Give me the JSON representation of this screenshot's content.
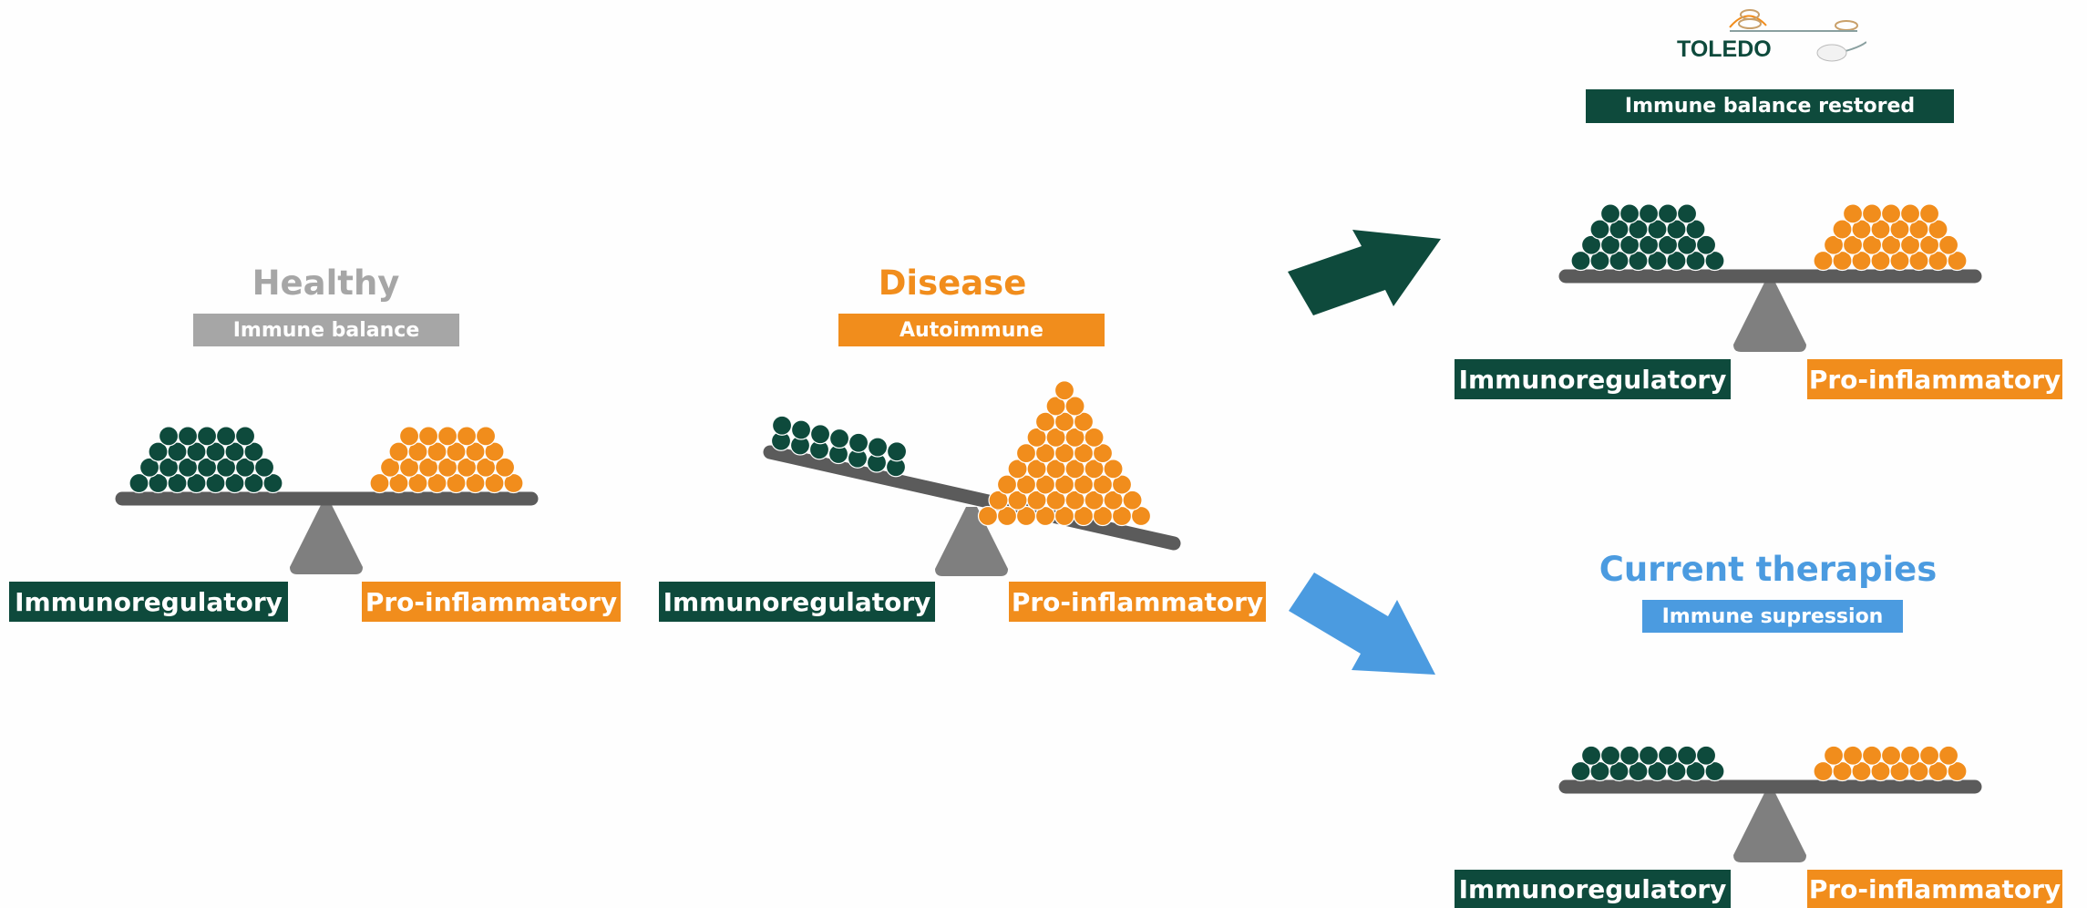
{
  "logo": {
    "text": "TOLEDO"
  },
  "colors": {
    "immunoregulatory": "#0e4a3c",
    "pro_inflammatory": "#f18d1c",
    "healthy": "#a6a6a6",
    "therapy": "#4b9be0",
    "scale": "#5b5b5b"
  },
  "healthy": {
    "title": "Healthy",
    "subtitle": "Immune balance",
    "left_label": "Immunoregulatory",
    "right_label": "Pro-inflammatory"
  },
  "disease": {
    "title": "Disease",
    "subtitle": "Autoimmune",
    "left_label": "Immunoregulatory",
    "right_label": "Pro-inflammatory"
  },
  "restored": {
    "subtitle": "Immune balance restored",
    "left_label": "Immunoregulatory",
    "right_label": "Pro-inflammatory"
  },
  "therapies": {
    "title": "Current therapies",
    "subtitle": "Immune supression",
    "left_label": "Immunoregulatory",
    "right_label": "Pro-inflammatory"
  }
}
